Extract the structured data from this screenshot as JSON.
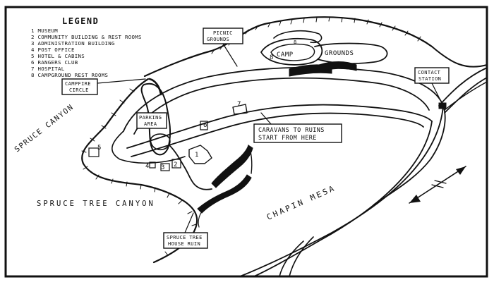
{
  "legend": {
    "title": "LEGEND",
    "items": [
      "1  MUSEUM",
      "2  COMMUNITY BUILDING & REST ROOMS",
      "3  ADMINISTRATION BUILDING",
      "4  POST OFFICE",
      "5  HOTEL & CABINS",
      "6  RANGERS CLUB",
      "7  HOSPITAL",
      "8  CAMPGROUND REST ROOMS"
    ]
  },
  "labels": {
    "picnic_1": "PICNIC",
    "picnic_2": "GROUNDS",
    "camp": "CAMP",
    "grounds": "GROUNDS",
    "contact_1": "CONTACT",
    "contact_2": "STATION",
    "campfire_1": "CAMPFIRE",
    "campfire_2": "CIRCLE",
    "parking_1": "PARKING",
    "parking_2": "AREA",
    "caravans_1": "CARAVANS TO RUINS",
    "caravans_2": "START FROM HERE",
    "spruce_canyon": "SPRUCE CANYON",
    "spruce_tree_canyon": "SPRUCE TREE CANYON",
    "chapin_mesa": "CHAPIN MESA",
    "ruin_1": "SPRUCE TREE",
    "ruin_2": "HOUSE RUIN",
    "n1": "1",
    "n2": "2",
    "n3": "3",
    "n4": "4",
    "n5": "5",
    "n6": "6",
    "n7": "7",
    "n8": "8"
  },
  "colors": {
    "ink": "#111111",
    "paper": "#ffffff"
  }
}
